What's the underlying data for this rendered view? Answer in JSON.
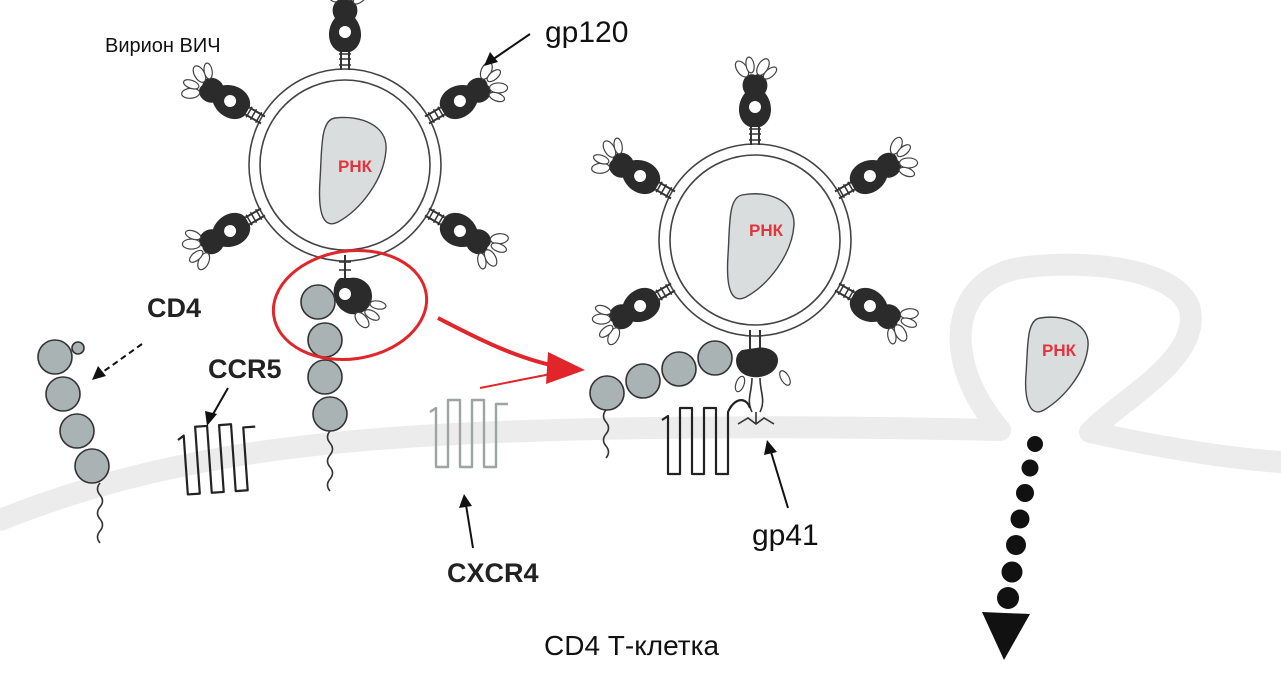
{
  "labels": {
    "virion": "Вирион ВИЧ",
    "gp120": "gp120",
    "gp41": "gp41",
    "cd4": "CD4",
    "ccr5": "CCR5",
    "cxcr4": "CXCR4",
    "cell": "CD4 Т-клетка",
    "rna": "РНК"
  },
  "colors": {
    "membrane": "#ececec",
    "receptor_bead": "#a9b3b3",
    "glycoprotein": "#2b2b2b",
    "rna_fill": "#d9dddd",
    "highlight": "#e0252b",
    "cxcr4": "#9ea3a3"
  }
}
